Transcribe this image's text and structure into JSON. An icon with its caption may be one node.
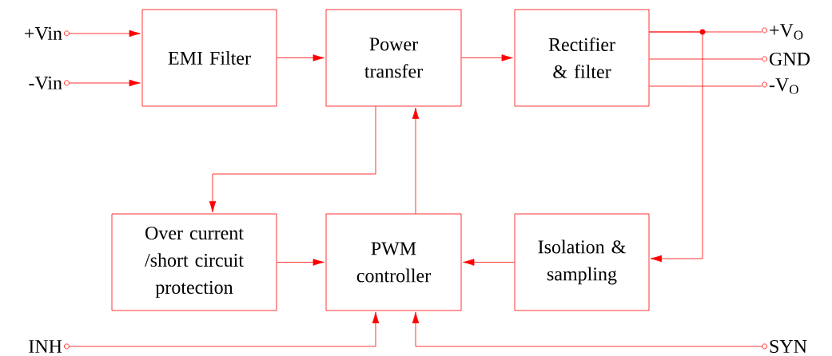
{
  "diagram": {
    "nodes": [
      {
        "text": [
          "+Vin"
        ]
      },
      {
        "text": [
          "-Vin"
        ]
      },
      {
        "text": [
          "EMI Filter"
        ]
      },
      {
        "text": [
          "Power transfer"
        ]
      },
      {
        "text": [
          "Rectifier & filter"
        ]
      },
      {
        "text": [
          "+V$_{O}$"
        ]
      },
      {
        "text": [
          "GND"
        ]
      },
      {
        "text": [
          "-V$_{O}$"
        ]
      },
      {
        "text": [
          "Over current /short circuit protection"
        ]
      },
      {
        "text": [
          "PWM controller"
        ]
      },
      {
        "text": [
          "Isolation & sampling"
        ]
      },
      {
        "text": [
          "INH"
        ]
      },
      {
        "text": [
          "SYN"
        ]
      }
    ],
    "edges": [
      {
        "from": 0,
        "to": 2,
        "arrow": "to"
      },
      {
        "from": 1,
        "to": 2,
        "arrow": "to"
      },
      {
        "from": 2,
        "to": 3,
        "arrow": "to"
      },
      {
        "from": 3,
        "to": 4,
        "arrow": "to"
      },
      {
        "from": 4,
        "to": 5,
        "arrow": "none"
      },
      {
        "from": 4,
        "to": 6,
        "arrow": "none"
      },
      {
        "from": 4,
        "to": 7,
        "arrow": "none"
      },
      {
        "from": 3,
        "to": 8,
        "arrow": "to"
      },
      {
        "from": 8,
        "to": 9,
        "arrow": "to"
      },
      {
        "from": 9,
        "to": 3,
        "arrow": "to"
      },
      {
        "from": 10,
        "to": 9,
        "arrow": "to"
      },
      {
        "from": 4,
        "to": 10,
        "arrow": "to"
      },
      {
        "from": 11,
        "to": 9,
        "arrow": "to"
      },
      {
        "from": 12,
        "to": 9,
        "arrow": "to"
      }
    ]
  }
}
